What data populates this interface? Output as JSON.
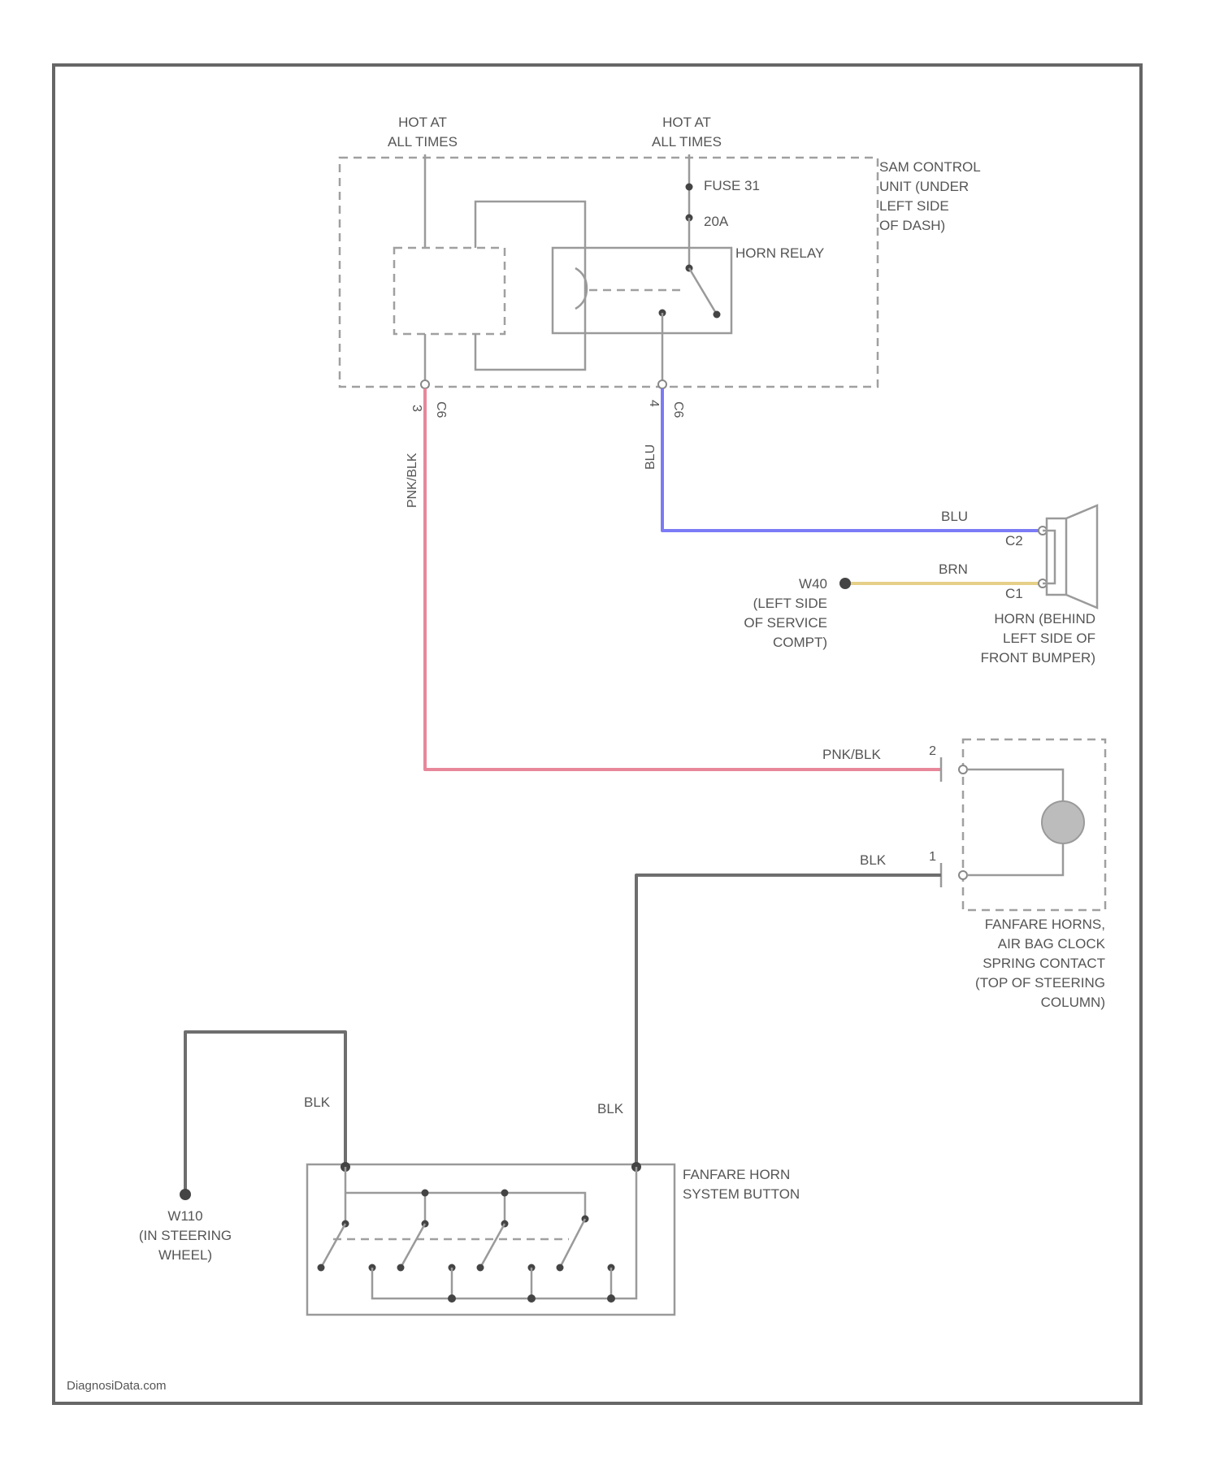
{
  "colors": {
    "pnk_blk": "#e8879a",
    "blu": "#7b7bf5",
    "brn": "#e6cf88",
    "blk": "#6e6e6e",
    "frame": "#666666"
  },
  "labels": {
    "hot_at_all_times": [
      "HOT AT",
      "ALL TIMES"
    ],
    "fuse": "FUSE 31",
    "amp": "20A",
    "horn_relay": "HORN RELAY",
    "control_unit": [
      "SAM CONTROL",
      "UNIT (UNDER",
      "LEFT SIDE",
      "OF DASH)"
    ],
    "pin_left": "3",
    "conn_left": "C6",
    "pin_right": "4",
    "conn_right": "C6",
    "wire_pnk_blk": "PNK/BLK",
    "wire_blu": "BLU",
    "wire_brn": "BRN",
    "wire_blk": "BLK",
    "horn_c2": "C2",
    "horn_c1": "C1",
    "ground_w40": "W40",
    "ground_w40_location": [
      "(LEFT SIDE",
      "OF SERVICE",
      "COMPT)"
    ],
    "horn": [
      "HORN (BEHIND",
      "LEFT SIDE OF",
      "FRONT BUMPER)"
    ],
    "clock_pin_a": "2",
    "clock_pin_b": "1",
    "clock_spring": [
      "FANFARE HORNS,",
      "AIR BAG CLOCK",
      "SPRING CONTACT",
      "(TOP OF STEERING",
      "COLUMN)"
    ],
    "ground_w110": "W110",
    "ground_w110_location": [
      "(IN STEERING",
      "WHEEL)"
    ],
    "horn_button": [
      "FANFARE HORN",
      "SYSTEM BUTTON"
    ],
    "watermark": "DiagnosiData.com"
  }
}
